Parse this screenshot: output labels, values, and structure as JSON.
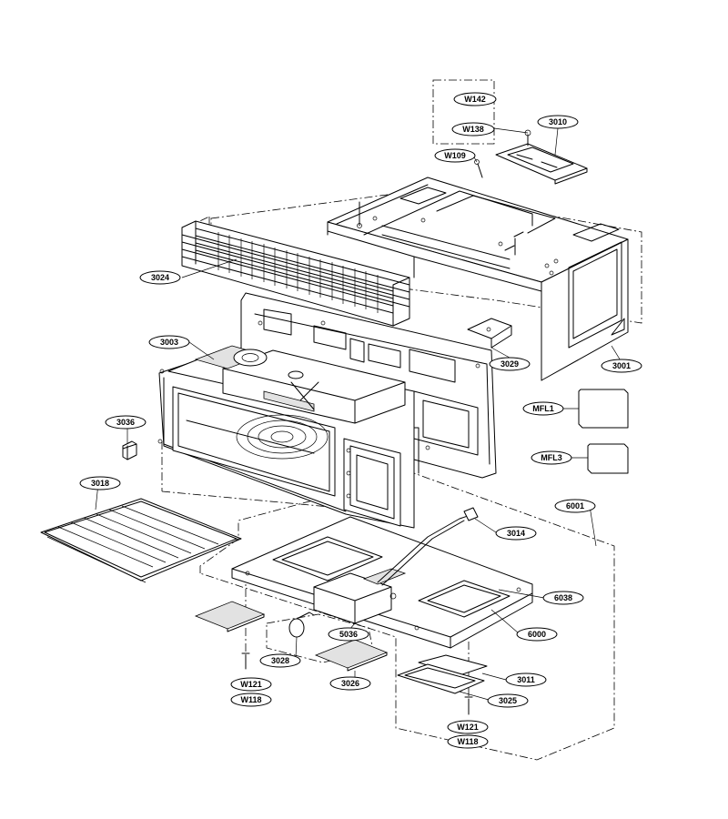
{
  "diagram": {
    "callouts": [
      {
        "id": "w142",
        "text": "W142"
      },
      {
        "id": "w138",
        "text": "W138"
      },
      {
        "id": "p3010",
        "text": "3010"
      },
      {
        "id": "w109",
        "text": "W109"
      },
      {
        "id": "p3024",
        "text": "3024"
      },
      {
        "id": "p3003",
        "text": "3003"
      },
      {
        "id": "p3029",
        "text": "3029"
      },
      {
        "id": "p3001",
        "text": "3001"
      },
      {
        "id": "mfl1",
        "text": "MFL1"
      },
      {
        "id": "p3036",
        "text": "3036"
      },
      {
        "id": "mfl3",
        "text": "MFL3"
      },
      {
        "id": "p3018",
        "text": "3018"
      },
      {
        "id": "p6001",
        "text": "6001"
      },
      {
        "id": "p3014",
        "text": "3014"
      },
      {
        "id": "p6038",
        "text": "6038"
      },
      {
        "id": "p5036",
        "text": "5036"
      },
      {
        "id": "p6000",
        "text": "6000"
      },
      {
        "id": "p3028",
        "text": "3028"
      },
      {
        "id": "p3026",
        "text": "3026"
      },
      {
        "id": "p3011",
        "text": "3011"
      },
      {
        "id": "w121a",
        "text": "W121"
      },
      {
        "id": "w118a",
        "text": "W118"
      },
      {
        "id": "p3025",
        "text": "3025"
      },
      {
        "id": "w121b",
        "text": "W121"
      },
      {
        "id": "w118b",
        "text": "W118"
      }
    ]
  }
}
